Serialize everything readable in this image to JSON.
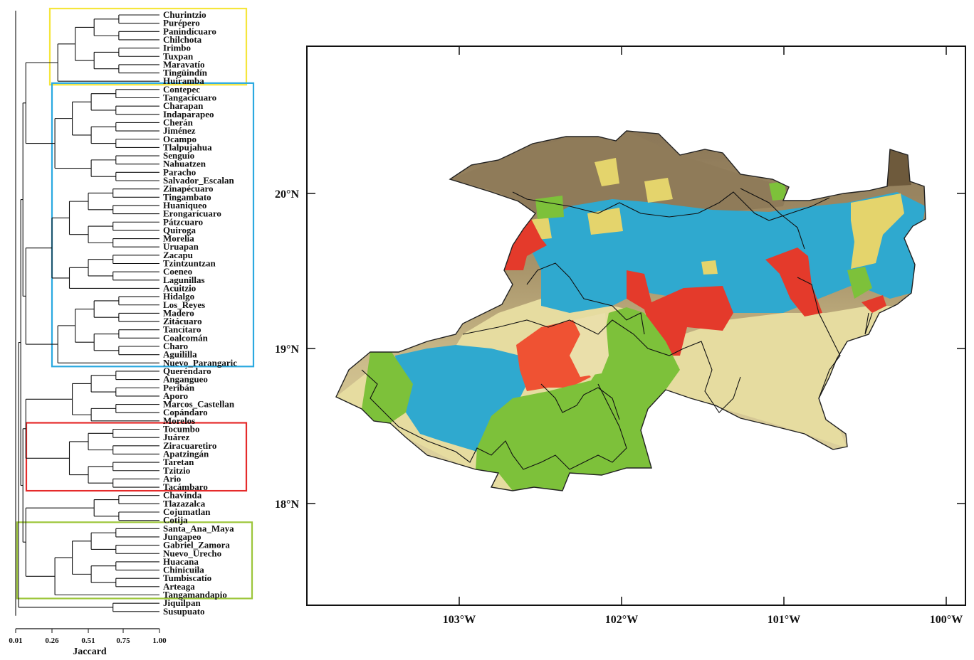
{
  "dendrogram": {
    "leaves": [
      "Churintzio",
      "Purépero",
      "Panindícuaro",
      "Chilchota",
      "Irimbo",
      "Tuxpan",
      "Maravatío",
      "Tingüindín",
      "Huiramba",
      "Contepec",
      "Tangacícuaro",
      "Charapan",
      "Indaparapeo",
      "Cherán",
      "Jiménez",
      "Ocampo",
      "Tlalpujahua",
      "Senguio",
      "Nahuatzen",
      "Paracho",
      "Salvador_Escalan",
      "Zinapécuaro",
      "Tingambato",
      "Huaniqueo",
      "Erongarícuaro",
      "Pátzcuaro",
      "Quiroga",
      "Morelia",
      "Uruapan",
      "Zacapu",
      "Tzintzuntzan",
      "Coeneo",
      "Lagunillas",
      "Acuitzio",
      "Hidalgo",
      "Los_Reyes",
      "Madero",
      "Zitácuaro",
      "Tancítaro",
      "Coalcomán",
      "Charo",
      "Aguililla",
      "Nuevo_Parangaric",
      "Queréndaro",
      "Angangueo",
      "Peribán",
      "Aporo",
      "Marcos_Castellan",
      "Copándaro",
      "Morelos",
      "Tocumbo",
      "Juárez",
      "Ziracuaretiro",
      "Apatzingán",
      "Taretan",
      "Tzitzio",
      "Ario",
      "Tacámbaro",
      "Chavinda",
      "Tlazazalca",
      "Cojumatlan",
      "Cotija",
      "Santa_Ana_Maya",
      "Jungapeo",
      "Gabriel_Zamora",
      "Nuevo_Urecho",
      "Huacana",
      "Chinicuila",
      "Tumbiscatío",
      "Arteaga",
      "Tangamandapio",
      "Jiquilpan",
      "Susupuato"
    ],
    "axis": {
      "label": "Jaccard",
      "ticks": [
        "0.01",
        "0.26",
        "0.51",
        "0.75",
        "1.00"
      ],
      "tick_values": [
        0.01,
        0.26,
        0.51,
        0.75,
        1.0
      ]
    },
    "clusters": [
      {
        "name": "yellow",
        "color": "#f5e63c",
        "first": "Churintzio",
        "last": "Huiramba"
      },
      {
        "name": "blue",
        "color": "#2aa9e0",
        "first": "Contepec",
        "last": "Nuevo_Parangaric"
      },
      {
        "name": "red",
        "color": "#e52b2b",
        "first": "Tocumbo",
        "last": "Tacámbaro"
      },
      {
        "name": "green",
        "color": "#9dc63b",
        "first": "Santa_Ana_Maya",
        "last": "Tangamandapio"
      }
    ]
  },
  "map": {
    "latitude_labels": [
      "20°N",
      "19°N",
      "18°N"
    ],
    "longitude_labels": [
      "103°W",
      "102°W",
      "101°W",
      "100°W"
    ],
    "region_colors": {
      "yellow": "#e2d36e",
      "blue": "#2fa7c9",
      "red": "#e23a2a",
      "green": "#7dc13a",
      "tan": "#e8dfa4",
      "brown": "#8c7a5a"
    }
  }
}
